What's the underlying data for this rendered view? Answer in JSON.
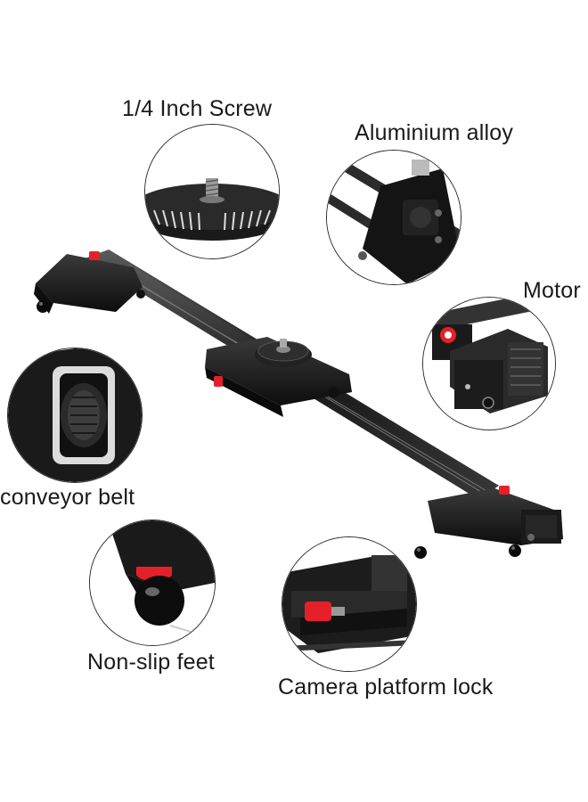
{
  "labels": {
    "screw": "1/4 Inch Screw",
    "alloy": "Aluminium alloy",
    "motor": "Motor",
    "belt": "conveyor belt",
    "feet": "Non-slip feet",
    "lock": "Camera platform lock"
  },
  "colors": {
    "accent_red": "#e5202a",
    "body_black": "#1c1c1c",
    "carbon": "#2a2a2a",
    "outline": "#2b2b2b"
  }
}
